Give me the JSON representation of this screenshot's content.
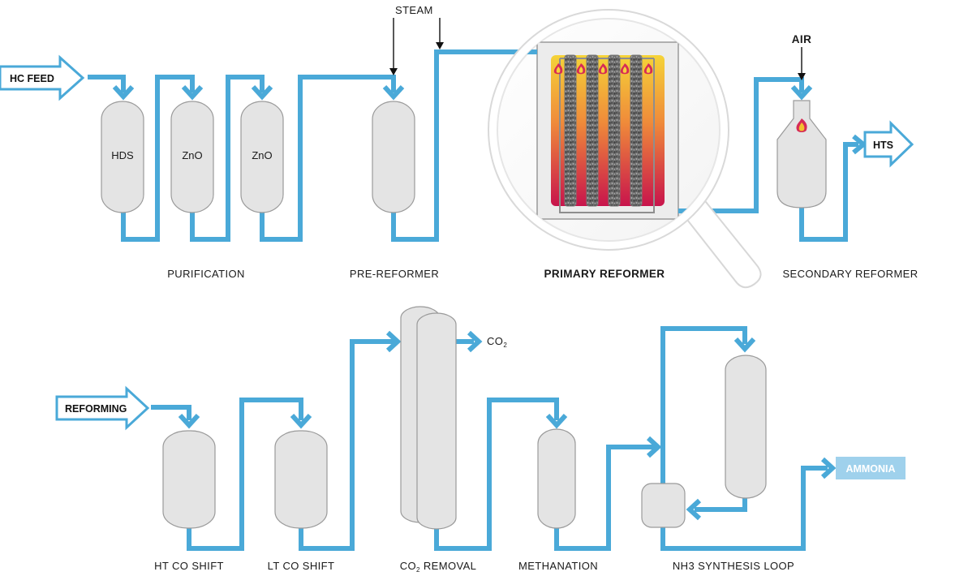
{
  "inputs": {
    "hc_feed": "HC FEED",
    "steam": "STEAM",
    "air": "AIR",
    "reforming": "REFORMING"
  },
  "outputs": {
    "hts": "HTS",
    "co2_prefix": "CO",
    "co2_sub": "2",
    "ammonia": "AMMONIA"
  },
  "vessels": {
    "hds": "HDS",
    "zno_1": "ZnO",
    "zno_2": "ZnO"
  },
  "sections_top": {
    "purification": "PURIFICATION",
    "pre_reformer": "PRE-REFORMER",
    "primary_reformer": "PRIMARY REFORMER",
    "secondary_reformer": "SECONDARY REFORMER"
  },
  "sections_bottom": {
    "ht_co_shift": "HT CO SHIFT",
    "lt_co_shift": "LT CO SHIFT",
    "co2_removal_prefix": "CO",
    "co2_removal_sub": "2",
    "co2_removal_suffix": " REMOVAL",
    "methanation": "METHANATION",
    "nh3_synthesis_loop": "NH3 SYNTHESIS LOOP"
  },
  "colors": {
    "pipe": "#4aa9d8",
    "vessel": "#e4e4e4",
    "furnace_top": "#f5d338",
    "furnace_bottom": "#c8144c",
    "ammonia_box": "#9fd1ec"
  },
  "icons": {
    "magnifier": "magnifier-icon",
    "flame": "flame-icon"
  }
}
